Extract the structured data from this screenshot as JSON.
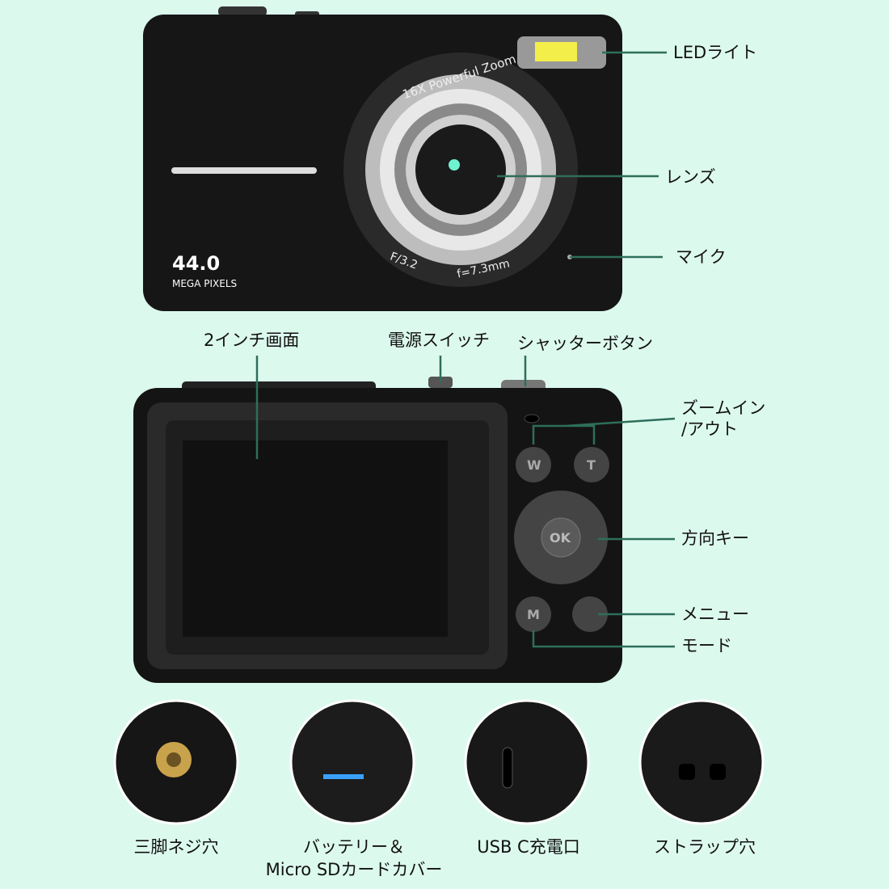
{
  "front": {
    "megapixels": "44.0",
    "megapixels_unit": "MEGA PIXELS",
    "lens_ring_text": "16X Powerful Zoom",
    "aperture": "F/3.2",
    "focal": "f=7.3mm"
  },
  "callouts": {
    "led": "LEDライト",
    "lens": "レンズ",
    "mic": "マイク",
    "screen": "2インチ画面",
    "power": "電源スイッチ",
    "shutter": "シャッターボタン",
    "zoom_line1": "ズームイン",
    "zoom_line2": "/アウト",
    "dpad": "方向キー",
    "menu": "メニュー",
    "mode": "モード"
  },
  "buttons": {
    "w": "W",
    "t": "T",
    "ok": "OK",
    "m": "M"
  },
  "details": [
    {
      "label": "三脚ネジ穴",
      "label2": ""
    },
    {
      "label": "バッテリー＆",
      "label2": "Micro SDカードカバー"
    },
    {
      "label": "USB C充電口",
      "label2": ""
    },
    {
      "label": "ストラップ穴",
      "label2": ""
    }
  ],
  "colors": {
    "background": "#dcf9ee",
    "callout_line": "#2e6e5a",
    "body": "#151515"
  }
}
